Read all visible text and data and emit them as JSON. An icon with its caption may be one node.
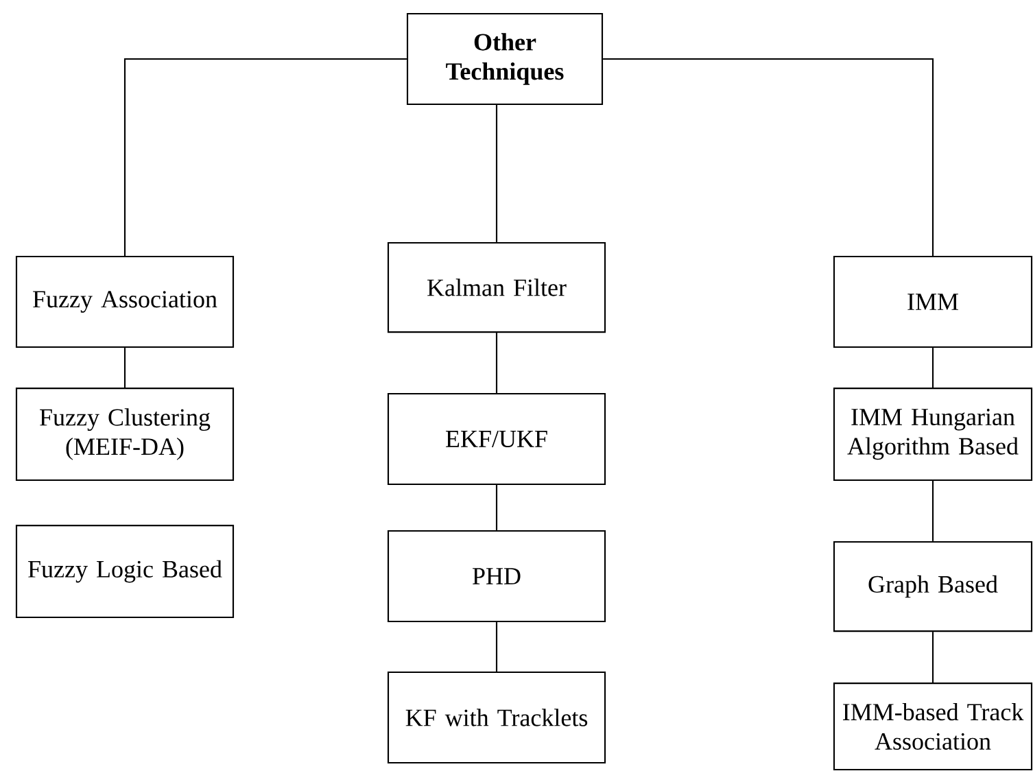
{
  "diagram": {
    "nodes": [
      {
        "text": [
          "Other Techniques"
        ]
      },
      {
        "text": [
          "Fuzzy Association"
        ]
      },
      {
        "text": [
          "Fuzzy Clustering (MEIF-DA)"
        ]
      },
      {
        "text": [
          "Fuzzy Logic Based"
        ]
      },
      {
        "text": [
          "Kalman Filter"
        ]
      },
      {
        "text": [
          "EKF/UKF"
        ]
      },
      {
        "text": [
          "PHD"
        ]
      },
      {
        "text": [
          "KF with Tracklets"
        ]
      },
      {
        "text": [
          "IMM"
        ]
      },
      {
        "text": [
          "IMM Hungarian Algorithm Based"
        ]
      },
      {
        "text": [
          "Graph Based"
        ]
      },
      {
        "text": [
          "IMM-based Track Association"
        ]
      }
    ],
    "edges": [
      {
        "from": 0,
        "to": 1,
        "arrow": "none"
      },
      {
        "from": 0,
        "to": 4,
        "arrow": "none"
      },
      {
        "from": 0,
        "to": 8,
        "arrow": "none"
      },
      {
        "from": 1,
        "to": 2,
        "arrow": "none"
      },
      {
        "from": 4,
        "to": 5,
        "arrow": "none"
      },
      {
        "from": 5,
        "to": 6,
        "arrow": "none"
      },
      {
        "from": 6,
        "to": 7,
        "arrow": "none"
      },
      {
        "from": 8,
        "to": 9,
        "arrow": "none"
      },
      {
        "from": 9,
        "to": 10,
        "arrow": "none"
      },
      {
        "from": 10,
        "to": 11,
        "arrow": "none"
      }
    ]
  }
}
